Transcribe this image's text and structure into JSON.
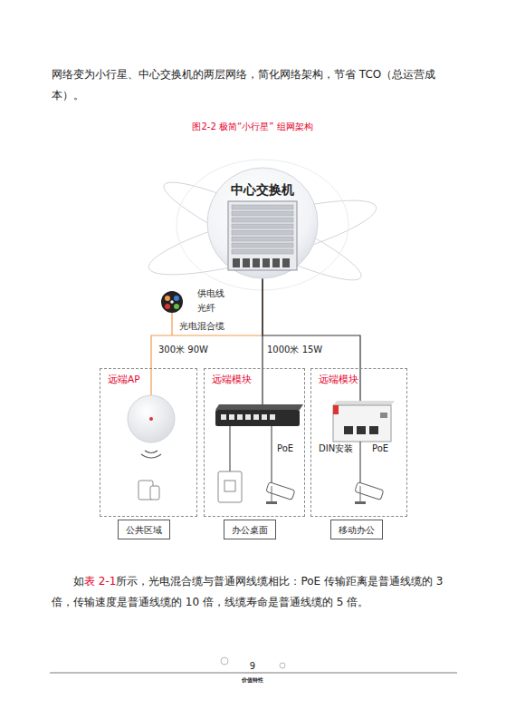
{
  "diagram": {
    "title": "图2-2 极简“小行星” 组网架构",
    "nodes": [
      {
        "text": [
          "中心交换机"
        ]
      },
      {
        "text": [
          "远端AP"
        ]
      },
      {
        "text": [
          "远端模块"
        ]
      },
      {
        "text": [
          "远端模块"
        ]
      },
      {
        "text": [
          "公共区域"
        ]
      },
      {
        "text": [
          "办公桌面"
        ]
      },
      {
        "text": [
          "移动办公"
        ]
      }
    ],
    "edges": [
      {
        "from": 0,
        "to": 1,
        "arrow": "none",
        "label": "300米 90W"
      },
      {
        "from": 0,
        "to": 2,
        "arrow": "none",
        "label": "1000米 15W"
      },
      {
        "from": 0,
        "to": 3,
        "arrow": "none"
      }
    ],
    "labels": [
      "网络变为小行星、中心交换机的两层网络，简化网络架构，节省 TCO（总运营成本）。",
      "供电线",
      "光纤",
      "光电混合缆",
      "PoE",
      "DIN安装",
      "PoE",
      "如",
      "表 2-1",
      "所示，光电混合缆与普通网线缆相比：PoE 传输距离是普通线缆的 3 倍，传输速度是普通线缆的 10 倍，线缆寿命是普通线缆的 5 倍。",
      "9",
      "价值特性"
    ]
  }
}
